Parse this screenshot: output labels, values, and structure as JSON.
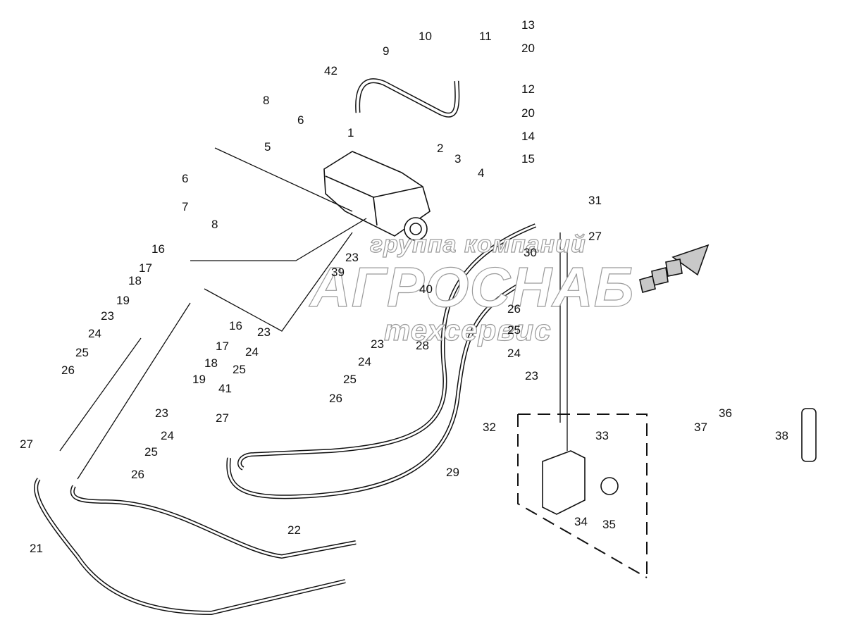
{
  "watermark": {
    "line1": "группа компаний",
    "line2": "АГРОСНАБ",
    "line3": "техсервис"
  },
  "callouts": [
    {
      "id": "1",
      "text": "1"
    },
    {
      "id": "2",
      "text": "2"
    },
    {
      "id": "3",
      "text": "3"
    },
    {
      "id": "4",
      "text": "4"
    },
    {
      "id": "5",
      "text": "5"
    },
    {
      "id": "6a",
      "text": "6"
    },
    {
      "id": "6b",
      "text": "6"
    },
    {
      "id": "7",
      "text": "7"
    },
    {
      "id": "8a",
      "text": "8"
    },
    {
      "id": "8b",
      "text": "8"
    },
    {
      "id": "9",
      "text": "9"
    },
    {
      "id": "10",
      "text": "10"
    },
    {
      "id": "11",
      "text": "11"
    },
    {
      "id": "12",
      "text": "12"
    },
    {
      "id": "13",
      "text": "13"
    },
    {
      "id": "14",
      "text": "14"
    },
    {
      "id": "15",
      "text": "15"
    },
    {
      "id": "16a",
      "text": "16"
    },
    {
      "id": "16b",
      "text": "16"
    },
    {
      "id": "17a",
      "text": "17"
    },
    {
      "id": "17b",
      "text": "17"
    },
    {
      "id": "18a",
      "text": "18"
    },
    {
      "id": "18b",
      "text": "18"
    },
    {
      "id": "19a",
      "text": "19"
    },
    {
      "id": "19b",
      "text": "19"
    },
    {
      "id": "20a",
      "text": "20"
    },
    {
      "id": "20b",
      "text": "20"
    },
    {
      "id": "21",
      "text": "21"
    },
    {
      "id": "22",
      "text": "22"
    },
    {
      "id": "23a",
      "text": "23"
    },
    {
      "id": "23b",
      "text": "23"
    },
    {
      "id": "23c",
      "text": "23"
    },
    {
      "id": "23d",
      "text": "23"
    },
    {
      "id": "23e",
      "text": "23"
    },
    {
      "id": "23f",
      "text": "23"
    },
    {
      "id": "24a",
      "text": "24"
    },
    {
      "id": "24b",
      "text": "24"
    },
    {
      "id": "24c",
      "text": "24"
    },
    {
      "id": "24d",
      "text": "24"
    },
    {
      "id": "24e",
      "text": "24"
    },
    {
      "id": "25a",
      "text": "25"
    },
    {
      "id": "25b",
      "text": "25"
    },
    {
      "id": "25c",
      "text": "25"
    },
    {
      "id": "25d",
      "text": "25"
    },
    {
      "id": "25e",
      "text": "25"
    },
    {
      "id": "26a",
      "text": "26"
    },
    {
      "id": "26b",
      "text": "26"
    },
    {
      "id": "26c",
      "text": "26"
    },
    {
      "id": "26d",
      "text": "26"
    },
    {
      "id": "27a",
      "text": "27"
    },
    {
      "id": "27b",
      "text": "27"
    },
    {
      "id": "27c",
      "text": "27"
    },
    {
      "id": "28",
      "text": "28"
    },
    {
      "id": "29",
      "text": "29"
    },
    {
      "id": "30",
      "text": "30"
    },
    {
      "id": "31",
      "text": "31"
    },
    {
      "id": "32",
      "text": "32"
    },
    {
      "id": "33",
      "text": "33"
    },
    {
      "id": "34",
      "text": "34"
    },
    {
      "id": "35",
      "text": "35"
    },
    {
      "id": "36",
      "text": "36"
    },
    {
      "id": "37",
      "text": "37"
    },
    {
      "id": "38",
      "text": "38"
    },
    {
      "id": "39",
      "text": "39"
    },
    {
      "id": "40",
      "text": "40"
    },
    {
      "id": "41",
      "text": "41"
    },
    {
      "id": "42",
      "text": "42"
    }
  ]
}
